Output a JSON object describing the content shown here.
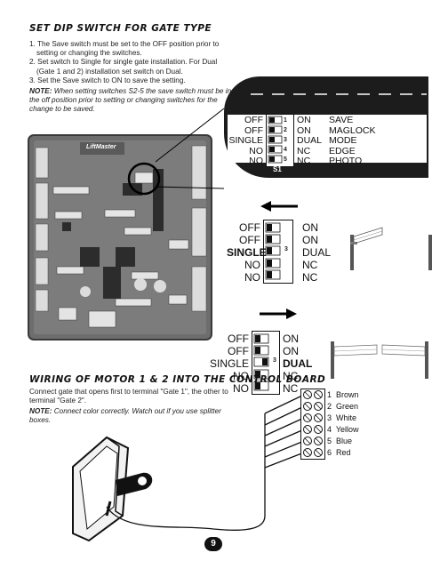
{
  "section1": {
    "title": "SET DIP SWITCH FOR GATE TYPE",
    "steps": [
      "1. The Save switch must be set to the OFF position prior to",
      "setting or changing the switches.",
      "2. Set switch to Single for single gate installation. For Dual",
      "(Gate 1 and 2) installation set switch on Dual.",
      "3. Set the Save switch to ON to save the setting."
    ],
    "note_label": "NOTE:",
    "note_lines": [
      " When setting switches S2-5 the save switch must be in",
      "the off position prior to setting or changing switches for the",
      "change to be saved."
    ]
  },
  "dip_zoom": {
    "left": [
      "OFF",
      "OFF",
      "SINGLE",
      "NO",
      "NO"
    ],
    "right": [
      "ON",
      "ON",
      "DUAL",
      "NC",
      "NC"
    ],
    "functions": [
      "SAVE",
      "MAGLOCK",
      "MODE",
      "EDGE",
      "PHOTO"
    ],
    "numbers": [
      "1",
      "2",
      "3",
      "4",
      "5"
    ],
    "switch_id": "S1"
  },
  "dip_single": {
    "left": [
      "OFF",
      "OFF",
      "SINGLE",
      "NO",
      "NO"
    ],
    "right": [
      "ON",
      "ON",
      "DUAL",
      "NC",
      "NC"
    ],
    "number": "3"
  },
  "dip_dual": {
    "left": [
      "OFF",
      "OFF",
      "SINGLE",
      "NO",
      "NO"
    ],
    "right": [
      "ON",
      "ON",
      "DUAL",
      "NC",
      "NC"
    ],
    "number": "3"
  },
  "board": {
    "brand": "LiftMaster"
  },
  "section2": {
    "title": "WIRING OF MOTOR 1 & 2 INTO THE CONTROL BOARD",
    "text_lines": [
      "Connect gate that opens first to terminal \"Gate 1\", the other to",
      "terminal \"Gate 2\"."
    ],
    "note_label": "NOTE:",
    "note_lines": [
      " Connect color correctly. Watch out if you use splitter",
      "boxes."
    ]
  },
  "wires": [
    {
      "num": "1",
      "color": "Brown"
    },
    {
      "num": "2",
      "color": "Green"
    },
    {
      "num": "3",
      "color": "White"
    },
    {
      "num": "4",
      "color": "Yellow"
    },
    {
      "num": "5",
      "color": "Blue"
    },
    {
      "num": "6",
      "color": "Red"
    }
  ],
  "page_number": "9"
}
